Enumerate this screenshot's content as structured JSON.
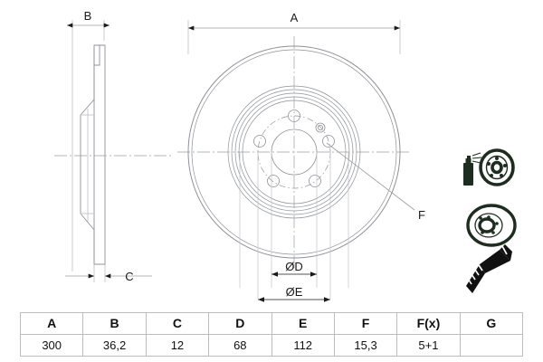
{
  "drawing": {
    "title": "brake-disc-technical-drawing",
    "line_color": "#8d9196",
    "dim_line_color": "#7a7d82",
    "text_color": "#1a1a1a",
    "part_icon_color": "#1d2d1f",
    "labels": {
      "overall_diameter": "A",
      "overall_thickness": "B",
      "disc_thickness": "C",
      "center_bore": "ØD",
      "bolt_circle": "ØE",
      "bolt_hole": "F"
    }
  },
  "table": {
    "headers": [
      "A",
      "B",
      "C",
      "D",
      "E",
      "F",
      "F(x)",
      "G"
    ],
    "values": [
      "300",
      "36,2",
      "12",
      "68",
      "112",
      "15,3",
      "5+1",
      ""
    ]
  },
  "part_icons": [
    {
      "name": "spray-can-and-disc",
      "label": "brake-disc-cleaning-icon"
    },
    {
      "name": "brake-disc-angled",
      "label": "brake-disc-icon"
    },
    {
      "name": "countersunk-screw",
      "label": "mounting-screw-icon"
    }
  ]
}
